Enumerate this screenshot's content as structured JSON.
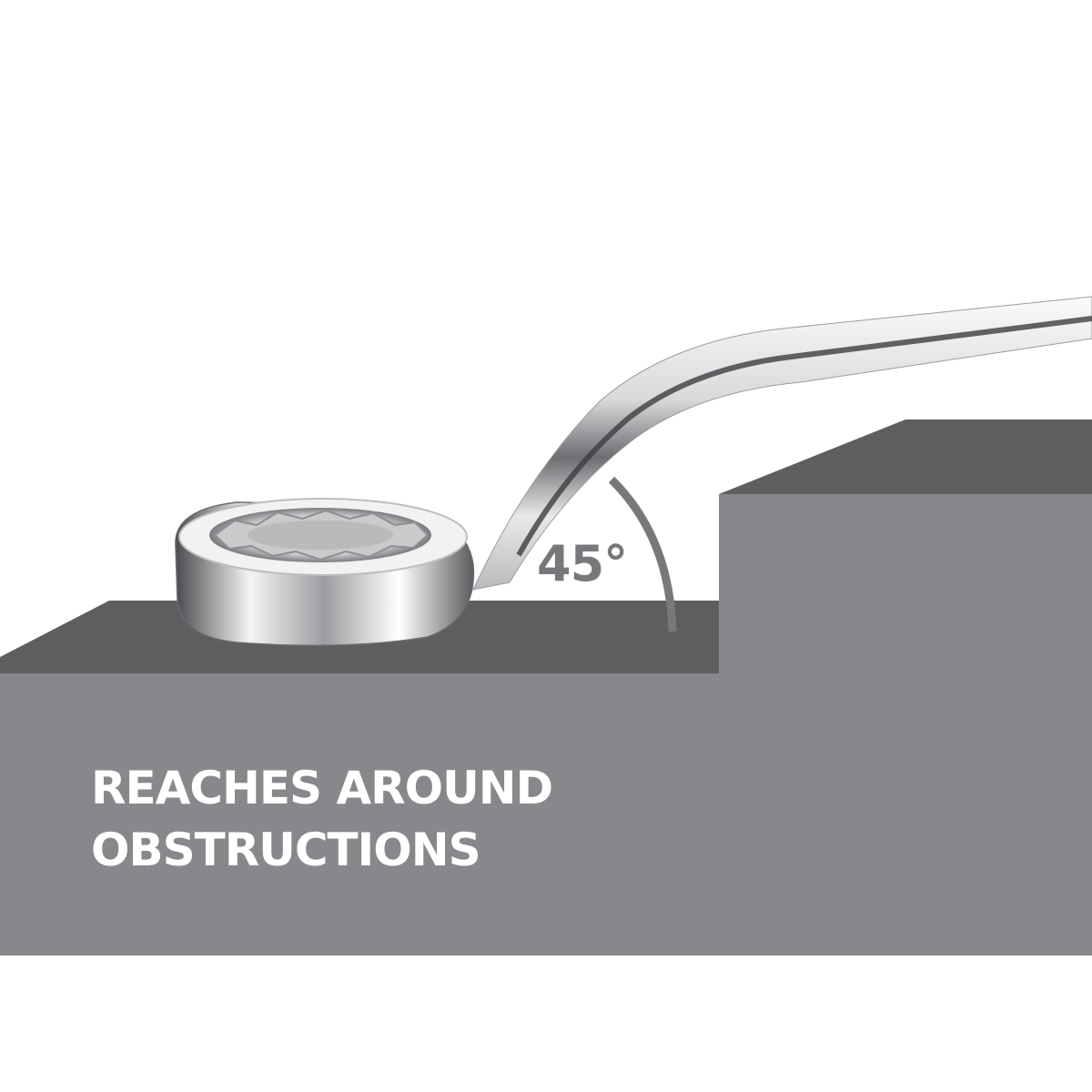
{
  "caption": {
    "line1": "REACHES AROUND",
    "line2": "OBSTRUCTIONS"
  },
  "angle": {
    "label": "45°"
  },
  "colors": {
    "background": "#ffffff",
    "surface_top": "#5d5e60",
    "surface_front": "#87888b",
    "label_gray": "#77787b",
    "caption_text": "#ffffff"
  },
  "icons": {
    "tool": "offset-box-end-wrench"
  }
}
